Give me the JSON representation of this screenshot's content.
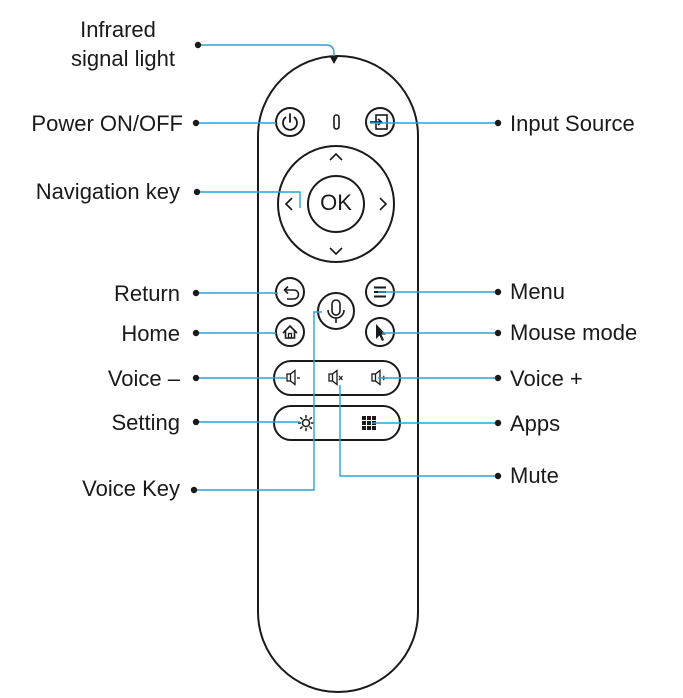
{
  "colors": {
    "leader_line": "#29a3d8",
    "outline": "#1a1a1a",
    "text": "#1a1a1a",
    "background": "#ffffff"
  },
  "labels": {
    "infrared_line1": "Infrared",
    "infrared_line2": "signal light",
    "power": "Power ON/OFF",
    "navigation": "Navigation key",
    "return": "Return",
    "home": "Home",
    "voice_minus": "Voice –",
    "setting": "Setting",
    "voice_key": "Voice Key",
    "input_source": "Input Source",
    "menu": "Menu",
    "mouse_mode": "Mouse mode",
    "voice_plus": "Voice +",
    "apps": "Apps",
    "mute": "Mute"
  },
  "buttons": {
    "ok": "OK",
    "up_icon": "chevron-up-icon",
    "down_icon": "chevron-down-icon",
    "left_icon": "chevron-left-icon",
    "right_icon": "chevron-right-icon",
    "power_icon": "power-icon",
    "input_icon": "input-source-icon",
    "return_icon": "return-arrow-icon",
    "menu_icon": "menu-lines-icon",
    "home_icon": "home-icon",
    "mouse_icon": "cursor-icon",
    "mic_icon": "microphone-icon",
    "setting_icon": "gear-icon",
    "apps_icon": "grid-icon"
  }
}
